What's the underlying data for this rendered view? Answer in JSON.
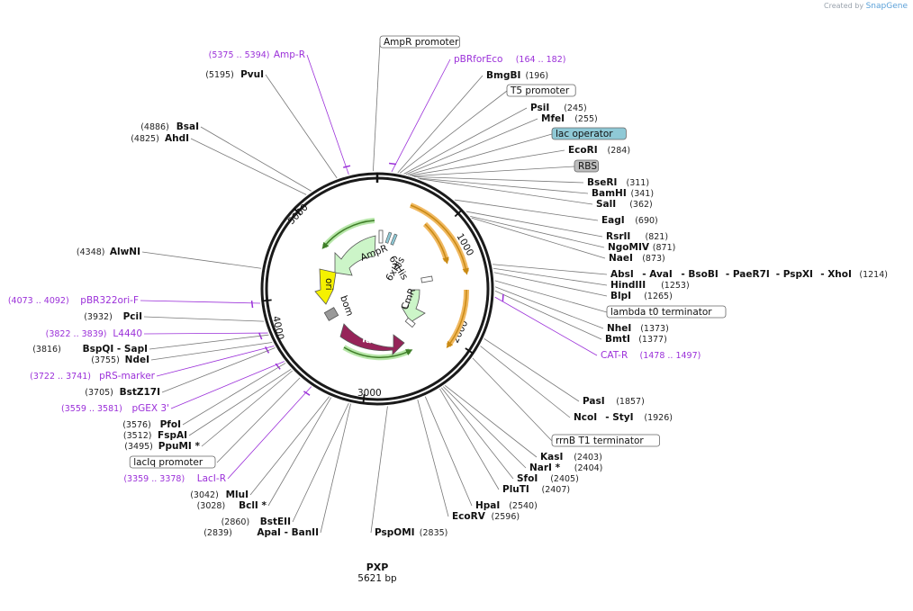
{
  "credit": {
    "prefix": "Created by",
    "brand": "SnapGene"
  },
  "plasmid": {
    "name": "PXP",
    "size": "5621 bp"
  },
  "ticks": [
    "1000",
    "2000",
    "3000",
    "4000",
    "5000"
  ],
  "features": {
    "ampr": "AmpR",
    "ori": "ori",
    "bom": "bom",
    "laci": "lacI",
    "cmr": "CmR",
    "his_a": "6xHis",
    "his_b": "6xHis"
  },
  "right_labels": [
    {
      "kind": "box",
      "name": "AmpR promoter"
    },
    {
      "kind": "primer",
      "name": "pBRforEco",
      "pos": "(164 .. 182)"
    },
    {
      "kind": "site",
      "name": "BmgBI",
      "pos": "(196)"
    },
    {
      "kind": "box",
      "name": "T5 promoter"
    },
    {
      "kind": "site",
      "name": "PsiI",
      "pos": "(245)"
    },
    {
      "kind": "site",
      "name": "MfeI",
      "pos": "(255)"
    },
    {
      "kind": "box",
      "name": "lac operator",
      "fill": "#8fc9d6"
    },
    {
      "kind": "site",
      "name": "EcoRI",
      "pos": "(284)"
    },
    {
      "kind": "box",
      "name": "RBS",
      "fill": "#bdbdbd"
    },
    {
      "kind": "site",
      "name": "BseRI",
      "pos": "(311)"
    },
    {
      "kind": "site",
      "name": "BamHI",
      "pos": "(341)"
    },
    {
      "kind": "site",
      "name": "SalI",
      "pos": "(362)"
    },
    {
      "kind": "site",
      "name": "EagI",
      "pos": "(690)"
    },
    {
      "kind": "site",
      "name": "RsrII",
      "pos": "(821)"
    },
    {
      "kind": "site",
      "name": "NgoMIV",
      "pos": "(871)"
    },
    {
      "kind": "site",
      "name": "NaeI",
      "pos": "(873)"
    },
    {
      "kind": "multi",
      "names": [
        "AbsI",
        "AvaI",
        "BsoBI",
        "PaeR7I",
        "PspXI",
        "XhoI"
      ],
      "pos": "(1214)"
    },
    {
      "kind": "site",
      "name": "HindIII",
      "pos": "(1253)"
    },
    {
      "kind": "site",
      "name": "BlpI",
      "pos": "(1265)"
    },
    {
      "kind": "box",
      "name": "lambda t0 terminator"
    },
    {
      "kind": "site",
      "name": "NheI",
      "pos": "(1373)"
    },
    {
      "kind": "site",
      "name": "BmtI",
      "pos": "(1377)"
    },
    {
      "kind": "primer",
      "name": "CAT-R",
      "pos": "(1478 .. 1497)"
    },
    {
      "kind": "site",
      "name": "PasI",
      "pos": "(1857)"
    },
    {
      "kind": "multi",
      "names": [
        "NcoI",
        "StyI"
      ],
      "pos": "(1926)"
    },
    {
      "kind": "box",
      "name": "rrnB T1 terminator"
    },
    {
      "kind": "site",
      "name": "KasI",
      "pos": "(2403)"
    },
    {
      "kind": "site",
      "name": "NarI *",
      "pos": "(2404)"
    },
    {
      "kind": "site",
      "name": "SfoI",
      "pos": "(2405)"
    },
    {
      "kind": "site",
      "name": "PluTI",
      "pos": "(2407)"
    },
    {
      "kind": "site",
      "name": "HpaI",
      "pos": "(2540)"
    },
    {
      "kind": "site",
      "name": "EcoRV",
      "pos": "(2596)"
    },
    {
      "kind": "site",
      "name": "PspOMI",
      "pos": "(2835)"
    }
  ],
  "left_labels": [
    {
      "kind": "primer",
      "name": "Amp-R",
      "pos": "(5375 .. 5394)"
    },
    {
      "kind": "site",
      "name": "PvuI",
      "pos": "(5195)"
    },
    {
      "kind": "site",
      "name": "BsaI",
      "pos": "(4886)"
    },
    {
      "kind": "site",
      "name": "AhdI",
      "pos": "(4825)"
    },
    {
      "kind": "site",
      "name": "AlwNI",
      "pos": "(4348)"
    },
    {
      "kind": "primer",
      "name": "pBR322ori-F",
      "pos": "(4073 .. 4092)"
    },
    {
      "kind": "site",
      "name": "PciI",
      "pos": "(3932)"
    },
    {
      "kind": "primer",
      "name": "L4440",
      "pos": "(3822 .. 3839)"
    },
    {
      "kind": "multi",
      "names": [
        "BspQI",
        "SapI"
      ],
      "pos": "(3816)"
    },
    {
      "kind": "site",
      "name": "NdeI",
      "pos": "(3755)"
    },
    {
      "kind": "primer",
      "name": "pRS-marker",
      "pos": "(3722 .. 3741)"
    },
    {
      "kind": "site",
      "name": "BstZ17I",
      "pos": "(3705)"
    },
    {
      "kind": "primer",
      "name": "pGEX 3'",
      "pos": "(3559 .. 3581)"
    },
    {
      "kind": "site",
      "name": "PfoI",
      "pos": "(3576)"
    },
    {
      "kind": "site",
      "name": "FspAI",
      "pos": "(3512)"
    },
    {
      "kind": "site",
      "name": "PpuMI *",
      "pos": "(3495)"
    },
    {
      "kind": "box",
      "name": "lacIq promoter"
    },
    {
      "kind": "primer",
      "name": "LacI-R",
      "pos": "(3359 .. 3378)"
    },
    {
      "kind": "site",
      "name": "MluI",
      "pos": "(3042)"
    },
    {
      "kind": "site",
      "name": "BclI *",
      "pos": "(3028)"
    },
    {
      "kind": "site",
      "name": "BstEII",
      "pos": "(2860)"
    },
    {
      "kind": "multi",
      "names": [
        "ApaI",
        "BanII"
      ],
      "pos": "(2839)"
    }
  ]
}
